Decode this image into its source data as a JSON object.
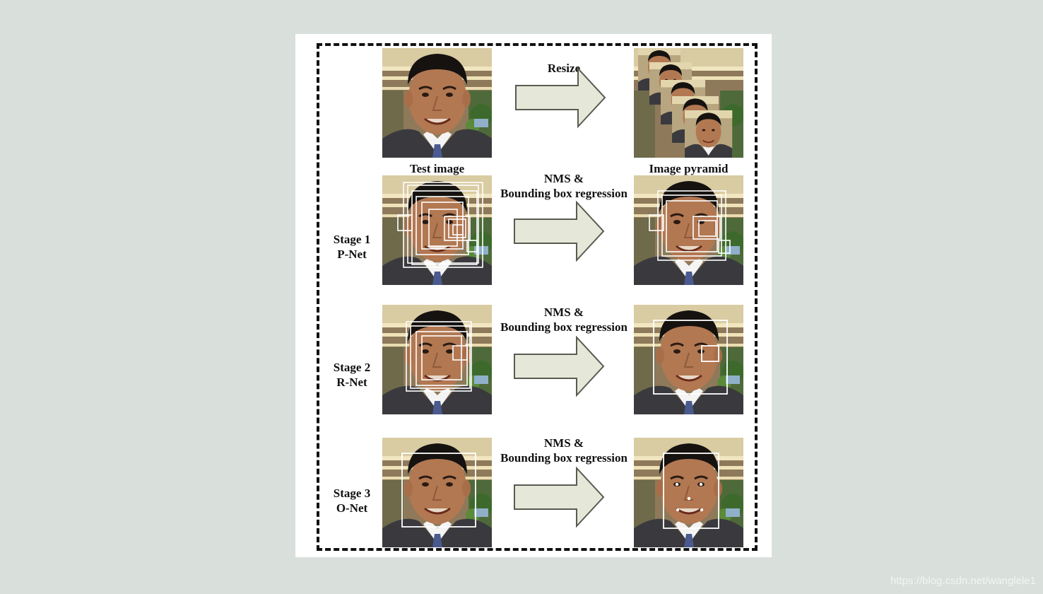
{
  "captions": {
    "test_image": "Test image",
    "image_pyramid": "Image pyramid"
  },
  "arrows": {
    "resize": "Resize",
    "nms_line1": "NMS &",
    "nms_line2": "Bounding box regression"
  },
  "stages": [
    {
      "line1": "Stage 1",
      "line2": "P-Net"
    },
    {
      "line1": "Stage 2",
      "line2": "R-Net"
    },
    {
      "line1": "Stage 3",
      "line2": "O-Net"
    }
  ],
  "watermark": "https://blog.csdn.net/wanglele1",
  "colors": {
    "arrow_fill": "#e5e8d8",
    "box_stroke": "#ffffff",
    "page_bg": "#d9e0dc"
  }
}
